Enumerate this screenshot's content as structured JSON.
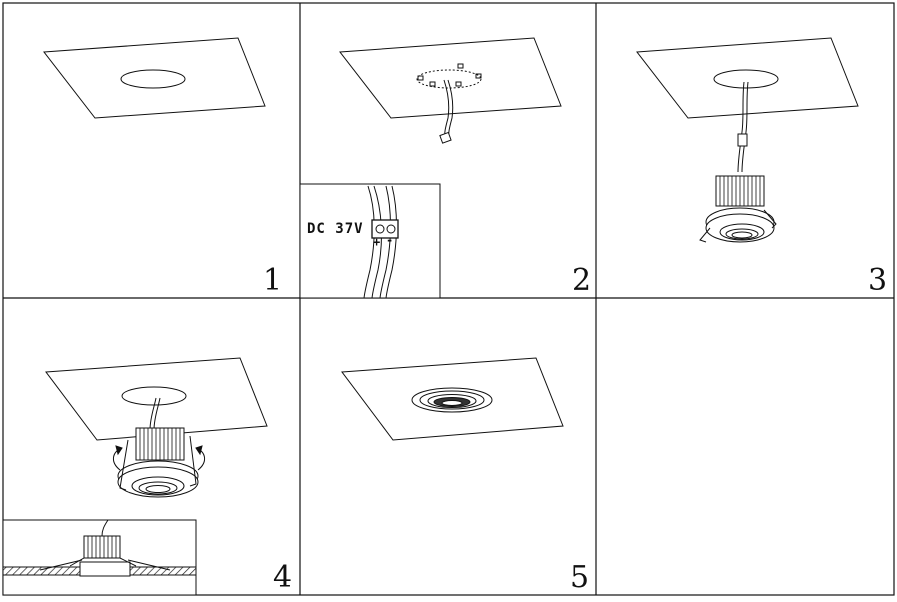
{
  "steps": [
    {
      "number": "1"
    },
    {
      "number": "2"
    },
    {
      "number": "3"
    },
    {
      "number": "4"
    },
    {
      "number": "5"
    }
  ],
  "wiring_inset": {
    "voltage_label": "DC 37V",
    "positive": "+",
    "negative": "-"
  },
  "icons": [
    "ceiling-panel",
    "cutout-hole",
    "driver-connector",
    "downlight",
    "spring-clip",
    "rotation-arrow"
  ]
}
